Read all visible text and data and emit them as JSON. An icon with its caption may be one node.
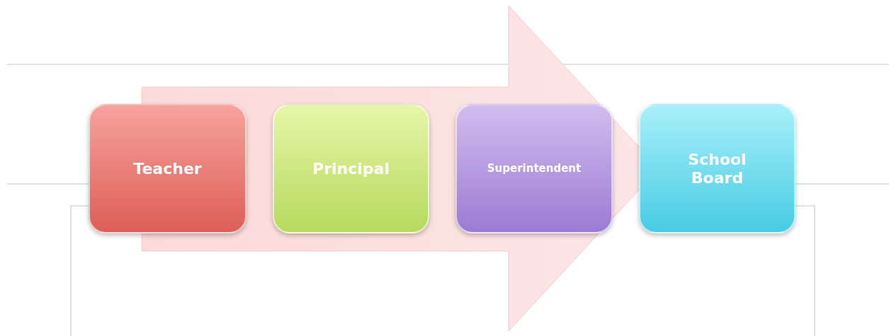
{
  "diagram": {
    "nodes": [
      {
        "text": [
          "Teacher"
        ]
      },
      {
        "text": [
          "Principal"
        ]
      },
      {
        "text": [
          "Superintendent"
        ]
      },
      {
        "text": [
          "School Board"
        ]
      }
    ],
    "edges": [
      {
        "from": 0,
        "to": 3,
        "arrow": "to"
      }
    ]
  }
}
